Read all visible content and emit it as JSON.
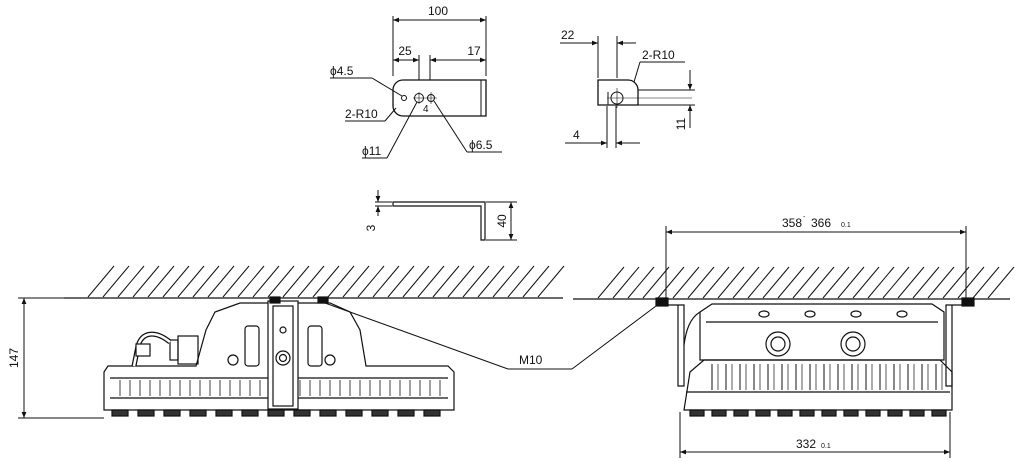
{
  "top_bracket_front": {
    "width_total": "100",
    "width_left": "25",
    "width_right": "17",
    "hole_small": "ϕ4.5",
    "corner_radius": "2-R10",
    "hole_center": "ϕ11",
    "hole_slot": "ϕ6.5",
    "mark_4": "4"
  },
  "top_bracket_side": {
    "offset": "22",
    "corner_radius": "2-R10",
    "thickness": "4",
    "height": "11"
  },
  "bracket_profile": {
    "thickness": "3",
    "height": "40"
  },
  "left_view": {
    "height": "147",
    "bolt_label": "M10"
  },
  "right_view": {
    "top_width_main": "358",
    "top_width_sup": "-",
    "top_width_alt": "366",
    "top_width_sub": "0.1",
    "bottom_width_main": "332",
    "bottom_width_sub": "0.1"
  },
  "colors": {
    "line": "#111111",
    "background": "#ffffff"
  }
}
